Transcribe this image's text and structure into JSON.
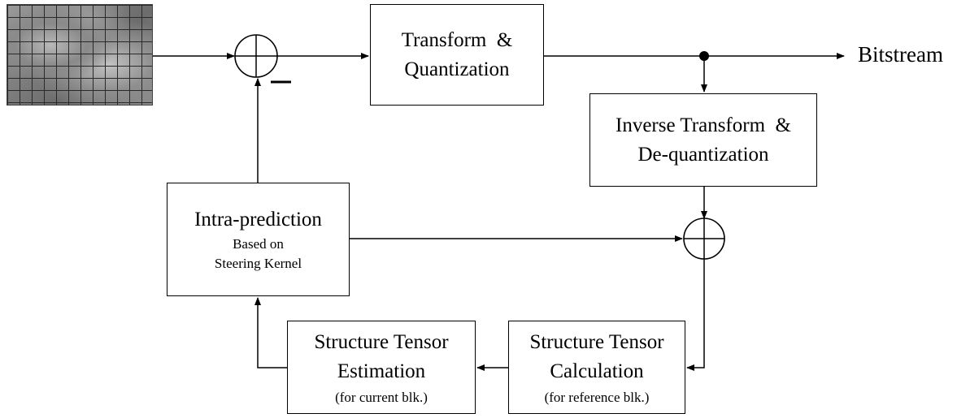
{
  "blocks": {
    "transform_quant": {
      "line1": "Transform  &",
      "line2": "Quantization"
    },
    "inverse_transform": {
      "line1": "Inverse Transform  &",
      "line2": "De-quantization"
    },
    "intra_prediction": {
      "title": "Intra-prediction",
      "sub1": "Based on",
      "sub2": "Steering Kernel"
    },
    "structure_tensor_estimation": {
      "line1": "Structure Tensor",
      "line2": "Estimation",
      "note": "(for current blk.)"
    },
    "structure_tensor_calculation": {
      "line1": "Structure Tensor",
      "line2": "Calculation",
      "note": "(for reference blk.)"
    }
  },
  "output_label": "Bitstream",
  "input_image": {
    "kind": "grayscale frame divided into a block grid"
  },
  "adder_sign": "minus",
  "colors": {
    "line": "#000000",
    "background": "#ffffff"
  }
}
